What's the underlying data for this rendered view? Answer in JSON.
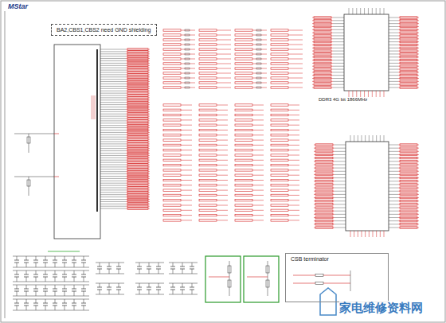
{
  "diagram": {
    "nodes": [
      {
        "text": [
          "BA2,CBS1,CBS2 need GND shielding"
        ]
      },
      {
        "text": [
          "CSB terminator"
        ]
      }
    ],
    "labels": [
      "MStar",
      "DDR3 4G bit 1866MHz",
      "家电维修资料网"
    ]
  }
}
